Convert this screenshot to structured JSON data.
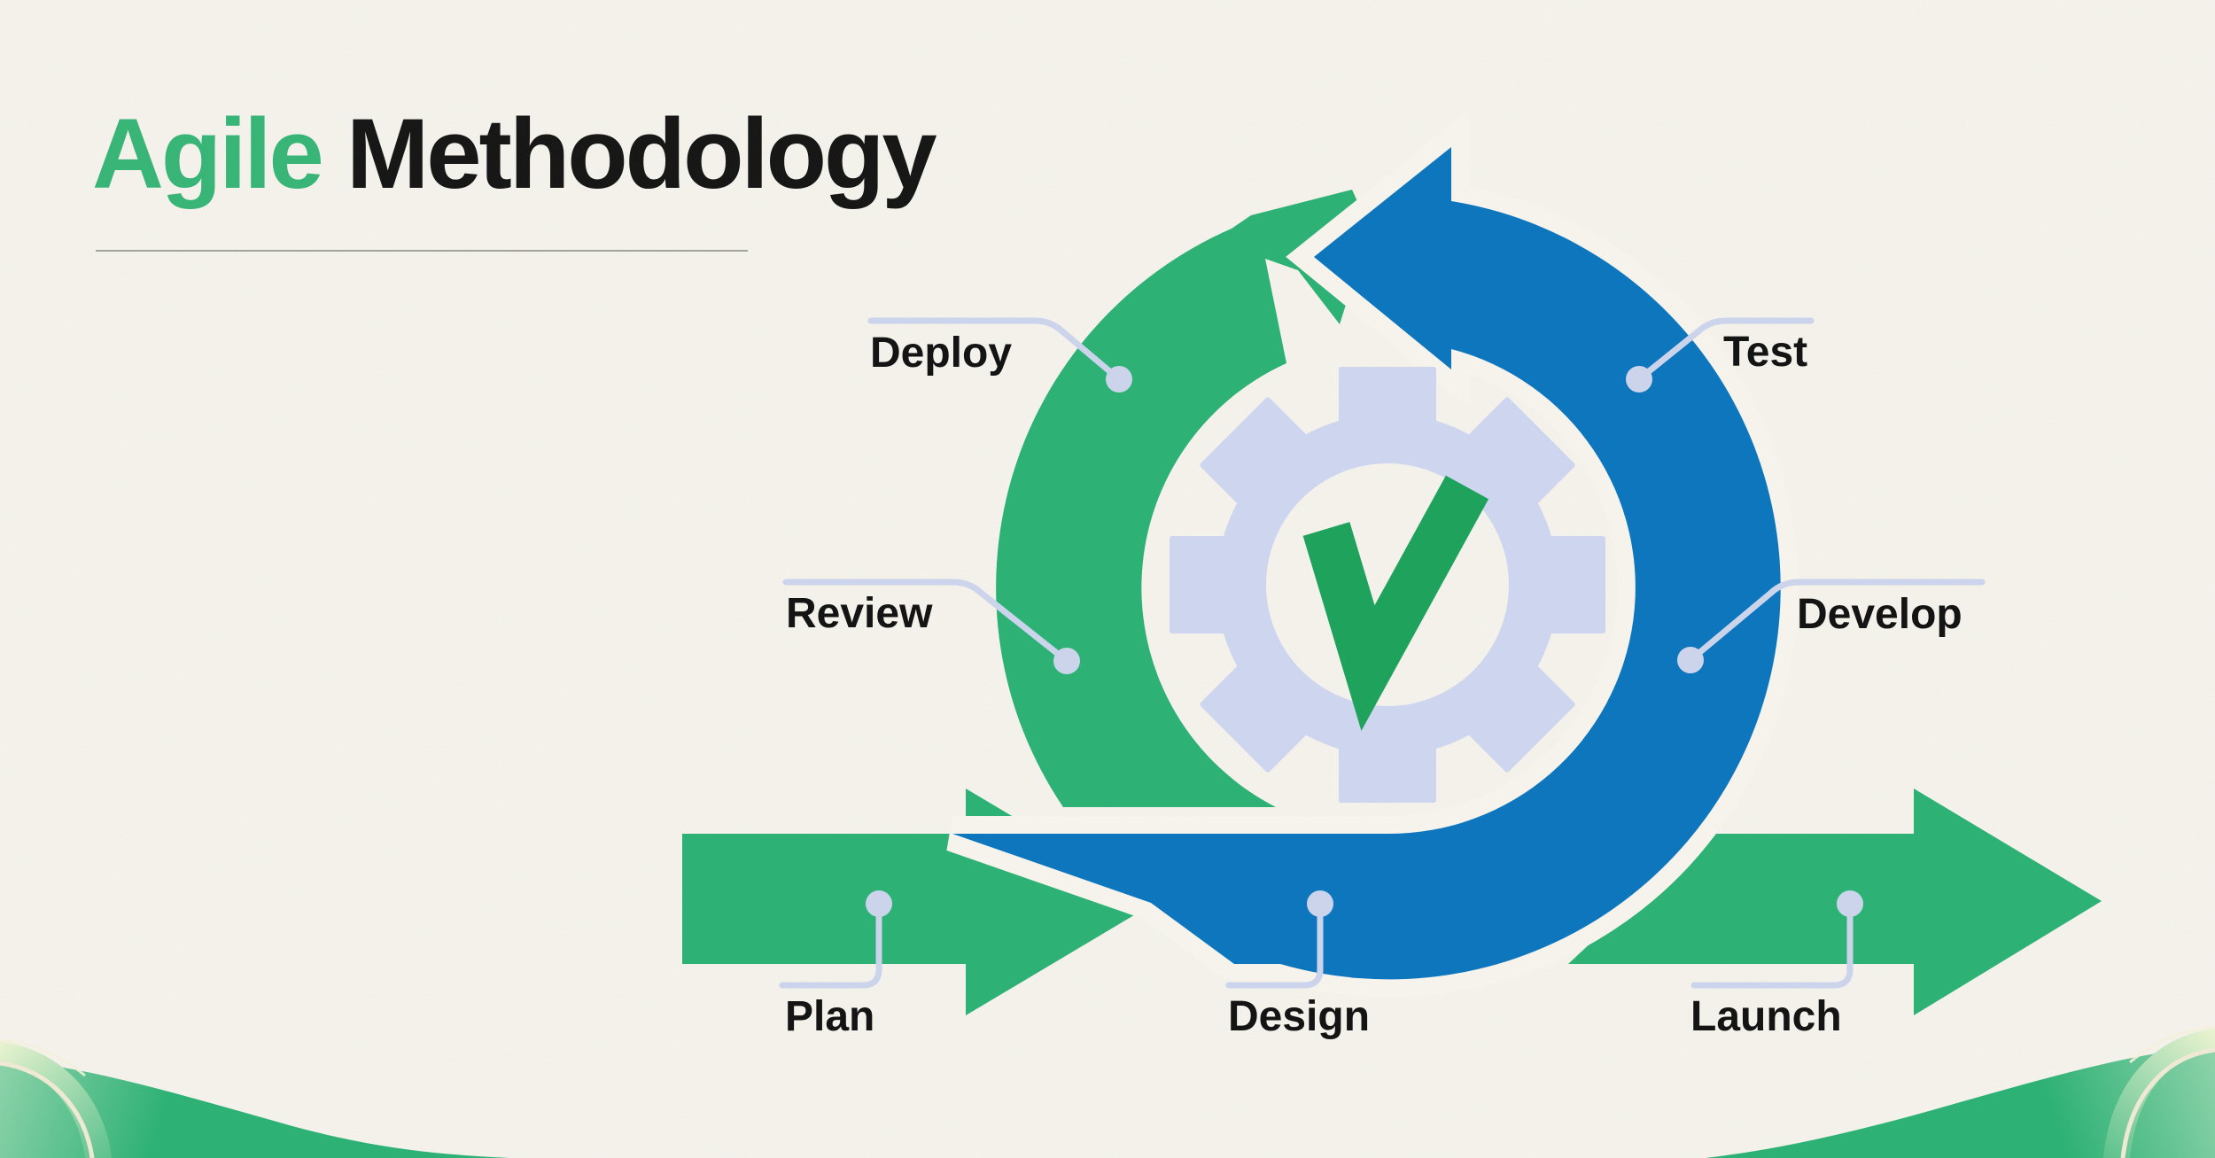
{
  "title": {
    "accent": "Agile",
    "rest": " Methodology"
  },
  "diagram": {
    "type": "cycle-infographic",
    "center_icon": [
      "gear-icon",
      "checkmark-icon"
    ],
    "labels": [
      {
        "id": "deploy",
        "text": "Deploy"
      },
      {
        "id": "test",
        "text": "Test"
      },
      {
        "id": "review",
        "text": "Review"
      },
      {
        "id": "develop",
        "text": "Develop"
      },
      {
        "id": "plan",
        "text": "Plan"
      },
      {
        "id": "design",
        "text": "Design"
      },
      {
        "id": "launch",
        "text": "Launch"
      }
    ]
  },
  "colors": {
    "background": "#f5f3ec",
    "green": "#2eb175",
    "blue": "#0e76bd",
    "gear": "#cdd5ef",
    "check": "#1fa25c",
    "connector": "#ccd4ec",
    "title_accent": "#36b576",
    "title_text": "#141414",
    "underline": "#a3a39b",
    "swoosh_light": "#eaf3d1",
    "swoosh_cream": "#efe9d4"
  }
}
